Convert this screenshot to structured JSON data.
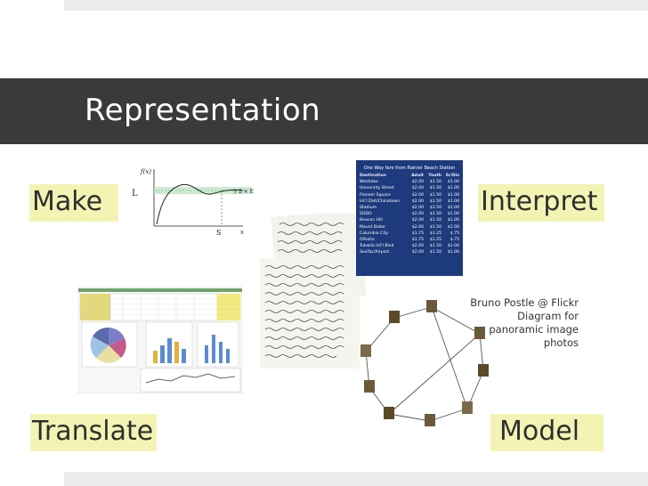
{
  "slide": {
    "title": "Representation",
    "labels": {
      "make": "Make",
      "interpret": "Interpret",
      "translate": "Translate",
      "model": "Model"
    },
    "caption": [
      "Bruno Postle @ Flickr",
      "Diagram for",
      "panoramic image",
      "photos"
    ]
  },
  "graph_figure": {
    "y_label": "f(x)",
    "left_label": "L",
    "right_label": "} 2 × E",
    "s_label": "S",
    "x_label": "x"
  },
  "fare_table": {
    "title": "One Way fare from Rainier Beach Station",
    "headers": [
      "Destination",
      "Adult",
      "Youth",
      "Sr/Dis"
    ],
    "rows": [
      [
        "Westlake",
        "$2.00",
        "$1.50",
        "$1.00"
      ],
      [
        "University Street",
        "$2.00",
        "$1.50",
        "$1.00"
      ],
      [
        "Pioneer Square",
        "$2.00",
        "$1.50",
        "$1.00"
      ],
      [
        "Int'l Dist/Chinatown",
        "$2.00",
        "$1.50",
        "$1.00"
      ],
      [
        "Stadium",
        "$2.00",
        "$1.50",
        "$1.00"
      ],
      [
        "SODO",
        "$2.00",
        "$1.50",
        "$1.00"
      ],
      [
        "Beacon Hill",
        "$2.00",
        "$1.50",
        "$1.00"
      ],
      [
        "Mount Baker",
        "$2.00",
        "$1.50",
        "$1.00"
      ],
      [
        "Columbia City",
        "$1.75",
        "$1.25",
        "$.75"
      ],
      [
        "Othello",
        "$1.75",
        "$1.25",
        "$.75"
      ],
      [
        "Tukwila Int'l Blvd",
        "$2.00",
        "$1.50",
        "$1.00"
      ],
      [
        "SeaTac/Airport",
        "$2.00",
        "$1.50",
        "$1.00"
      ]
    ]
  }
}
